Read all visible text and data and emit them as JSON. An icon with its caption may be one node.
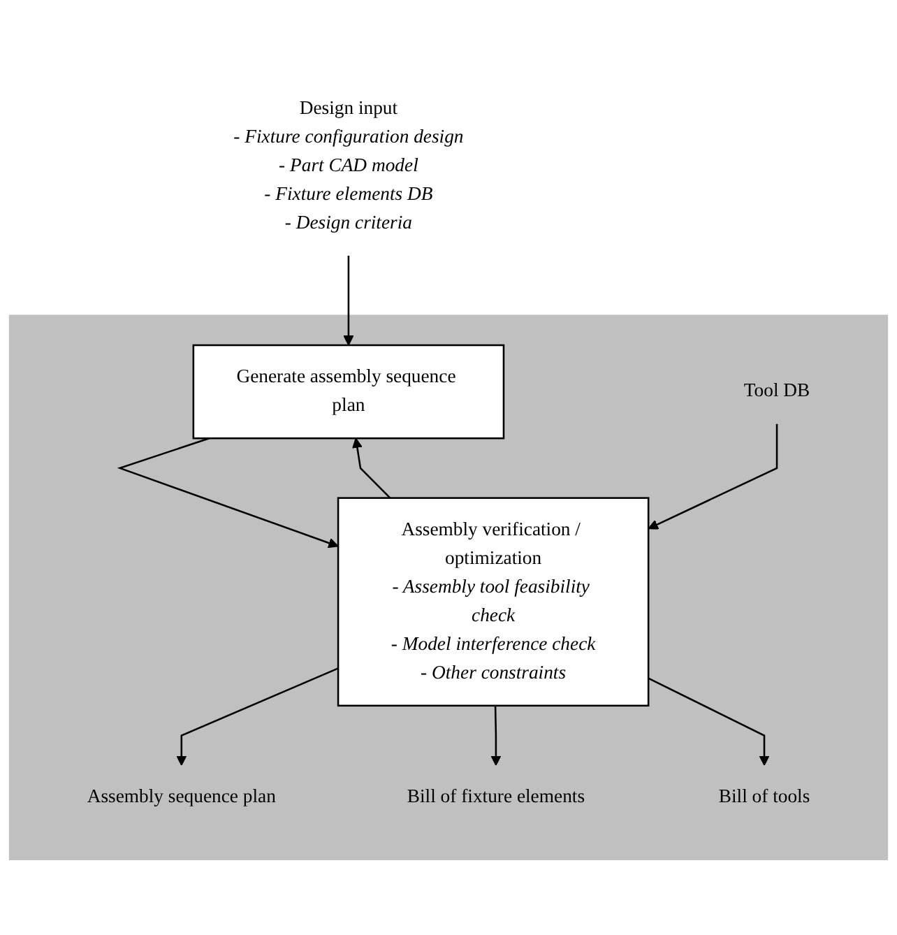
{
  "diagram": {
    "nodes": [
      {
        "text": [],
        "shape": "box"
      },
      {
        "text": [
          "Design input",
          "- Fixture configuration design",
          "- Part CAD model",
          "- Fixture elements DB",
          "- Design criteria"
        ]
      },
      {
        "text": [
          "Generate assembly sequence plan"
        ],
        "in": 0
      },
      {
        "text": [
          "Tool DB"
        ],
        "in": 0
      },
      {
        "text": [
          "Assembly verification / optimization",
          "- Assembly tool feasibility check",
          "- Model interference check",
          "- Other constraints"
        ],
        "in": 0
      },
      {
        "text": [
          "Assembly sequence plan"
        ],
        "in": 0
      },
      {
        "text": [
          "Bill of fixture elements"
        ],
        "in": 0
      },
      {
        "text": [
          "Bill of tools"
        ],
        "in": 0
      }
    ],
    "edges": [
      {
        "from": 1,
        "to": 2,
        "arrow": "to"
      },
      {
        "from": 2,
        "to": 4,
        "arrow": "to"
      },
      {
        "from": 3,
        "to": 4,
        "arrow": "to"
      },
      {
        "from": 4,
        "to": 2,
        "arrow": "to"
      },
      {
        "from": 4,
        "to": 5,
        "arrow": "to"
      },
      {
        "from": 4,
        "to": 6,
        "arrow": "to"
      },
      {
        "from": 4,
        "to": 7,
        "arrow": "to"
      }
    ]
  }
}
